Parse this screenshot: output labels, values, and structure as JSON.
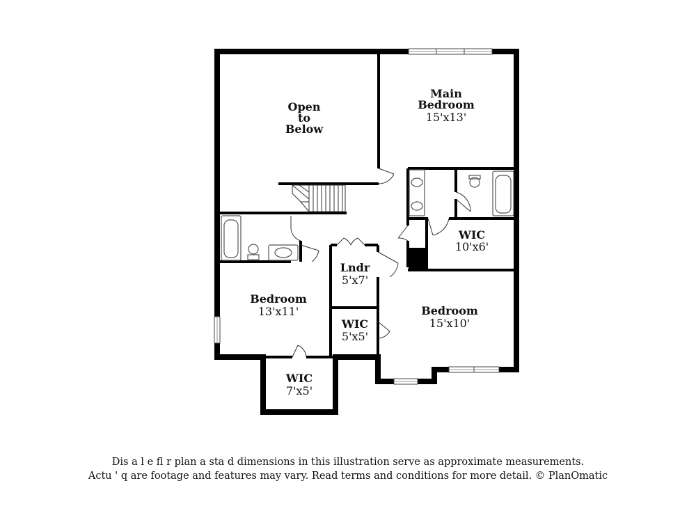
{
  "rooms": {
    "open_to_below": {
      "line1": "Open",
      "line2": "to",
      "line3": "Below"
    },
    "main_bedroom": {
      "line1": "Main",
      "line2": "Bedroom",
      "dim": "15'x13'"
    },
    "wic_main": {
      "name": "WIC",
      "dim": "10'x6'"
    },
    "laundry": {
      "name": "Lndr",
      "dim": "5'x7'"
    },
    "bedroom_left": {
      "name": "Bedroom",
      "dim": "13'x11'"
    },
    "bedroom_right": {
      "name": "Bedroom",
      "dim": "15'x10'"
    },
    "wic_small": {
      "name": "WIC",
      "dim": "5'x5'"
    },
    "wic_bottom": {
      "name": "WIC",
      "dim": "7'x5'"
    }
  },
  "disclaimer": {
    "line1": "Dis   a    l e fl   r plan a   sta   d dimensions in this illustration serve as approximate measurements.",
    "line2": "Actu   ' q are footage and features may vary. Read terms and conditions for more detail. © PlanOmatic"
  },
  "colors": {
    "wall": "#000000",
    "fixture": "#555555",
    "background": "#ffffff"
  }
}
